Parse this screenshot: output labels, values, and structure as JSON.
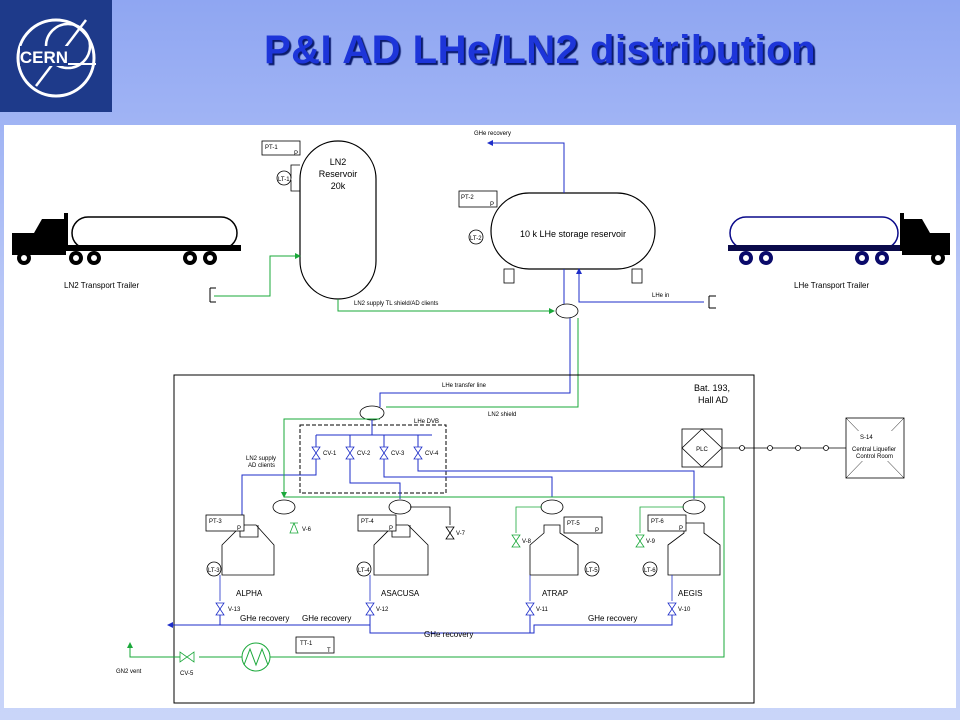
{
  "header": {
    "title": "P&I AD LHe/LN2 distribution",
    "logo_text": "CERN"
  },
  "colors": {
    "lhe_line": "#1e2ec8",
    "ln2_line": "#1aa83a",
    "title": "#1d35d9",
    "background": "#a9bbf5"
  },
  "diagram": {
    "ln2_reservoir": {
      "name": "LN2",
      "line2": "Reservoir",
      "line3": "20k"
    },
    "lhe_reservoir": "10 k LHe storage reservoir",
    "ln2_trailer": "LN2 Transport Trailer",
    "lhe_trailer": "LHe Transport Trailer",
    "ghe_recovery_top": "GHe recovery",
    "lhe_in": "LHe in",
    "ln2_supply_label": "LN2 supply TL shield/AD clients",
    "lhe_transfer_line": "LHe transfer line",
    "ln2_shield": "LN2 shield",
    "building": {
      "line1": "Bat. 193,",
      "line2": "Hall AD"
    },
    "lhe_dvb": "LHe DVB",
    "ln2_supply_ad": {
      "line1": "LN2 supply",
      "line2": "AD clients"
    },
    "plc": "PLC",
    "s14": "S-14",
    "control_room": {
      "line1": "Central Liquefier",
      "line2": "Control Room"
    },
    "instruments": {
      "pt1": "PT-1",
      "lt1": "LT-1",
      "pt2": "PT-2",
      "lt2": "LT-2",
      "pt3": "PT-3",
      "lt3": "LT-3",
      "pt4": "PT-4",
      "lt4": "LT-4",
      "pt5": "PT-5",
      "lt5": "LT-5",
      "pt6": "PT-6",
      "lt6": "LT-6",
      "tt1": "TT-1",
      "p": "P",
      "t": "T"
    },
    "valves": {
      "cv1": "CV-1",
      "cv2": "CV-2",
      "cv3": "CV-3",
      "cv4": "CV-4",
      "cv5": "CV-5",
      "v6": "V-6",
      "v7": "V-7",
      "v8": "V-8",
      "v9": "V-9",
      "v10": "V-10",
      "v11": "V-11",
      "v12": "V-12",
      "v13": "V-13"
    },
    "experiments": [
      "ALPHA",
      "ASACUSA",
      "ATRAP",
      "AEGIS"
    ],
    "ghe_recovery": "GHe recovery",
    "gn2_vent": "GN2 vent"
  }
}
